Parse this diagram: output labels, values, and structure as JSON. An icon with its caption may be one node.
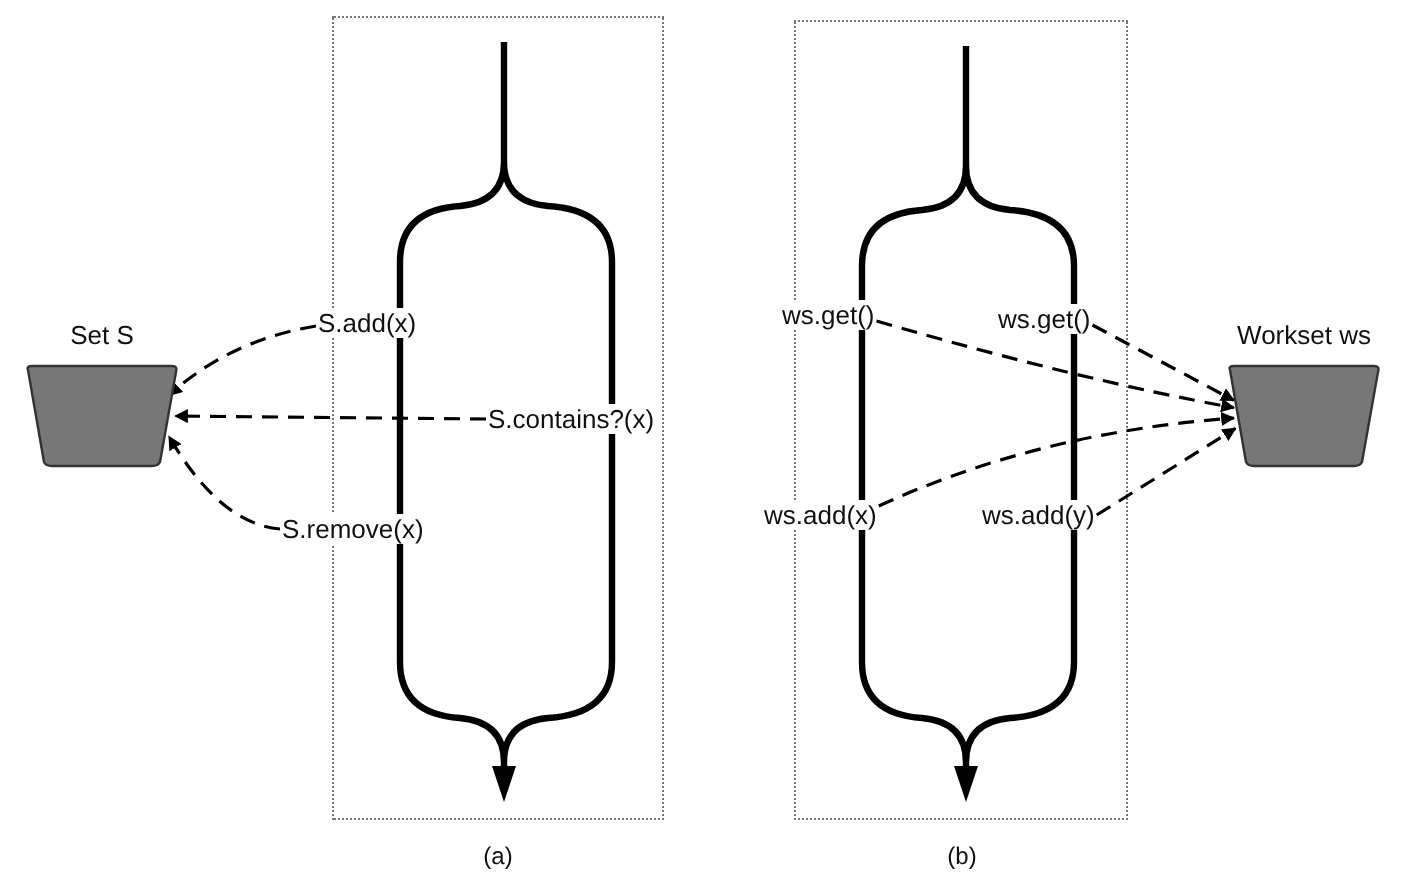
{
  "diagram": {
    "nodes": [
      {
        "text": [
          "Set S"
        ]
      },
      {
        "text": [
          "Workset ws"
        ]
      },
      {
        "text": [
          "S.add(x)"
        ]
      },
      {
        "text": [
          "S.contains?(x)"
        ]
      },
      {
        "text": [
          "S.remove(x)"
        ]
      },
      {
        "text": [
          "ws.get()"
        ]
      },
      {
        "text": [
          "ws.get()"
        ]
      },
      {
        "text": [
          "ws.add(x)"
        ]
      },
      {
        "text": [
          "ws.add(y)"
        ]
      }
    ],
    "edges": [
      {
        "from": 2,
        "to": 0,
        "arrow": "to",
        "style": "dashed"
      },
      {
        "from": 3,
        "to": 0,
        "arrow": "to",
        "style": "dashed"
      },
      {
        "from": 4,
        "to": 0,
        "arrow": "to",
        "style": "dashed"
      },
      {
        "from": 5,
        "to": 1,
        "arrow": "to",
        "style": "dashed"
      },
      {
        "from": 6,
        "to": 1,
        "arrow": "to",
        "style": "dashed"
      },
      {
        "from": 7,
        "to": 1,
        "arrow": "to",
        "style": "dashed"
      },
      {
        "from": 8,
        "to": 1,
        "arrow": "to",
        "style": "dashed"
      }
    ],
    "labels": [
      "(a)",
      "(b)"
    ]
  }
}
